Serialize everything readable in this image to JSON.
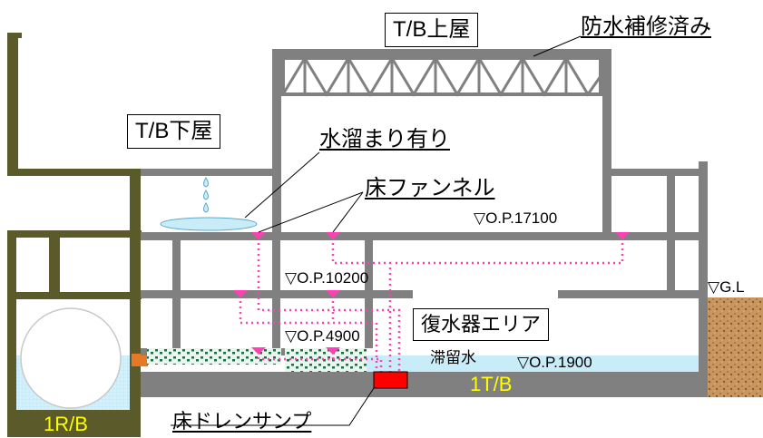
{
  "labels": {
    "tb_upper": "T/B上屋",
    "waterproof": "防水補修済み",
    "tb_lower": "T/B下屋",
    "pooling": "水溜まり有り",
    "floor_funnel": "床ファンネル",
    "op17100": "▽O.P.17100",
    "op10200": "▽O.P.10200",
    "op4900": "▽O.P.4900",
    "condenser_area": "復水器エリア",
    "stagnant_water": "滞留水",
    "op1900": "▽O.P.1900",
    "gl": "▽G.L",
    "tb_1": "1T/B",
    "rb_1": "1R/B",
    "sump": "床ドレンサンプ"
  },
  "colors": {
    "structure": "#808080",
    "rb_structure": "#5a5a2a",
    "water": "#c8ecf8",
    "pipe": "#ff3fb4",
    "sump": "#ff0000",
    "soil": "#c89664",
    "yellow_text": "#ffff00",
    "green_debris": "#1e6e46",
    "orange_connector": "#e67828"
  },
  "icons": {
    "drip": "water-drop-icon",
    "funnel": "funnel-icon"
  }
}
